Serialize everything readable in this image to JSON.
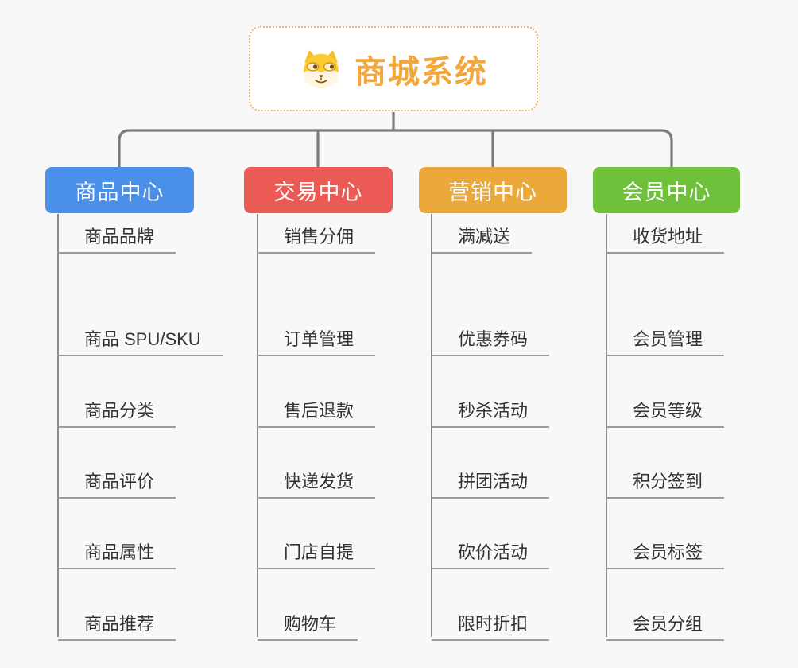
{
  "root": {
    "title": "商城系统",
    "icon": "dog-icon",
    "accent_color": "#F2A73D",
    "border_color": "#F0B466"
  },
  "line_color": "#7C7C7C",
  "background_color": "#F8F8F8",
  "branches": [
    {
      "label": "商品中心",
      "color": "#4A8FE8",
      "children": [
        "商品 SPU/SKU",
        "商品分类",
        "商品评价",
        "商品属性",
        "商品推荐",
        "商品品牌"
      ]
    },
    {
      "label": "交易中心",
      "color": "#EC5A55",
      "children": [
        "订单管理",
        "售后退款",
        "快递发货",
        "门店自提",
        "购物车",
        "销售分佣"
      ]
    },
    {
      "label": "营销中心",
      "color": "#EBA93C",
      "children": [
        "优惠券码",
        "秒杀活动",
        "拼团活动",
        "砍价活动",
        "限时折扣",
        "满减送"
      ]
    },
    {
      "label": "会员中心",
      "color": "#6FC13C",
      "children": [
        "会员管理",
        "会员等级",
        "积分签到",
        "会员标签",
        "会员分组",
        "收货地址"
      ]
    }
  ]
}
